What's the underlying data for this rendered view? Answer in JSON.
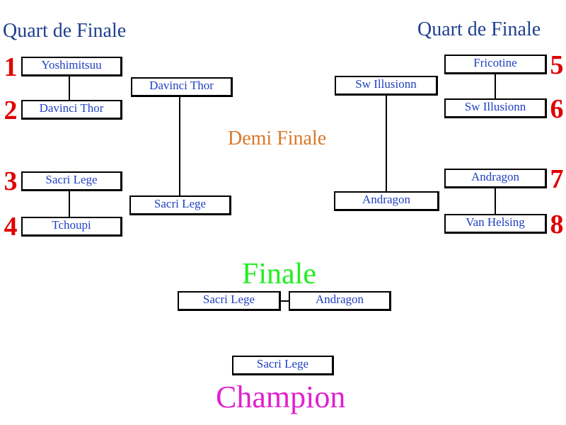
{
  "headings": {
    "quarter_left": "Quart de Finale",
    "quarter_right": "Quart de Finale",
    "semi": "Demi Finale",
    "final": "Finale",
    "champion": "Champion"
  },
  "colors": {
    "quarter": "#1f3f8f",
    "semi": "#d9782a",
    "final": "#22ee22",
    "champion": "#e020d0",
    "seed_numbers": "#e00000",
    "names": "#1f3fbf"
  },
  "quarterfinals": {
    "left": [
      {
        "seed": "1",
        "name": "Yoshimitsuu"
      },
      {
        "seed": "2",
        "name": "Davinci Thor"
      },
      {
        "seed": "3",
        "name": "Sacri Lege"
      },
      {
        "seed": "4",
        "name": "Tchoupi"
      }
    ],
    "right": [
      {
        "seed": "5",
        "name": "Fricotine"
      },
      {
        "seed": "6",
        "name": "Sw Illusionn"
      },
      {
        "seed": "7",
        "name": "Andragon"
      },
      {
        "seed": "8",
        "name": "Van Helsing"
      }
    ]
  },
  "semifinals": {
    "left": [
      "Davinci Thor",
      "Sacri Lege"
    ],
    "right": [
      "Sw Illusionn",
      "Andragon"
    ]
  },
  "final": [
    "Sacri Lege",
    "Andragon"
  ],
  "champion": "Sacri Lege"
}
